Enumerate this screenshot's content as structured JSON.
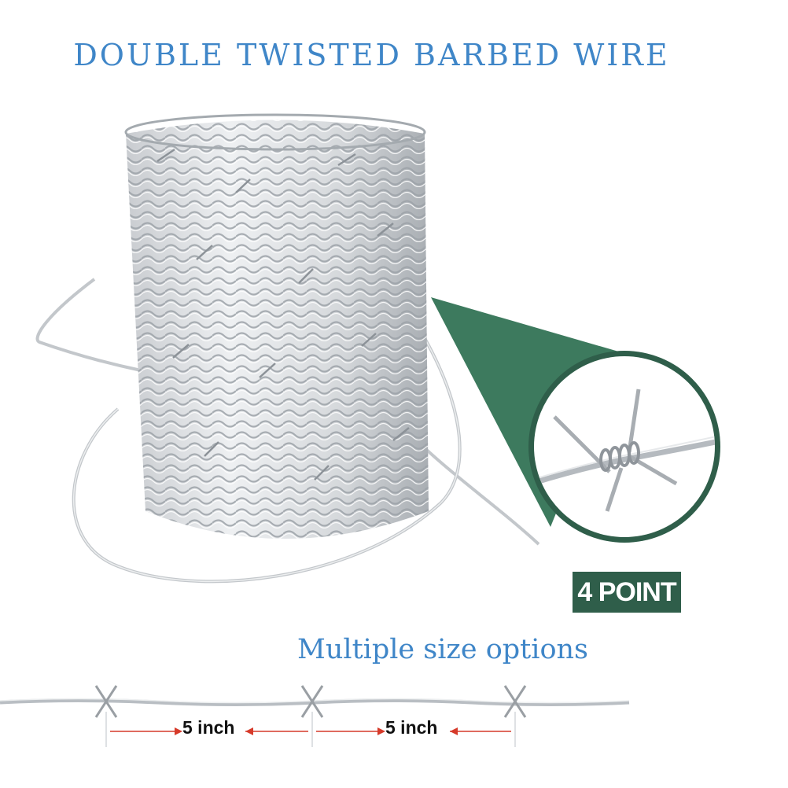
{
  "header": {
    "title": "DOUBLE TWISTED BARBED WIRE"
  },
  "callout": {
    "badge_label": "4 POINT"
  },
  "footer": {
    "subtitle": "Multiple size options",
    "dimensions": [
      {
        "label": "5 inch"
      },
      {
        "label": "5 inch"
      }
    ]
  },
  "colors": {
    "title_blue": "#3f86c8",
    "badge_green": "#2f5e4a",
    "callout_green": "#3d7a5e",
    "arrow_red": "#d63a2a",
    "wire_silver": "#b9bec3"
  }
}
